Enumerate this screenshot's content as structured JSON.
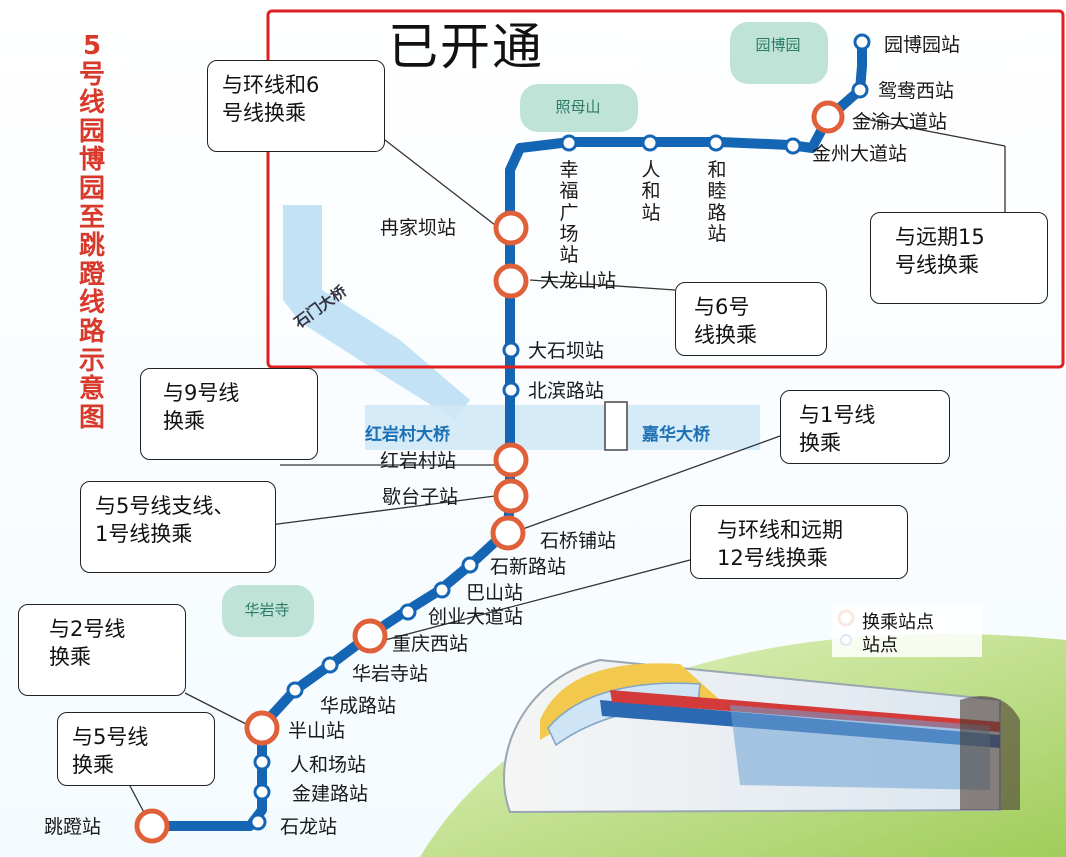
{
  "title": "5号线园博园至跳蹬线路示意图",
  "opened_label": "已开通",
  "bridges": [
    "石门大桥",
    "红岩村大桥",
    "嘉华大桥"
  ],
  "parks": [
    "园博园",
    "照母山",
    "华岩寺"
  ],
  "callouts": [
    "与环线和6\n号线换乘",
    "与远期15\n号线换乘",
    "与6号\n线换乘",
    "与9号线\n换乘",
    "与1号线\n换乘",
    "与5号线支线、\n1号线换乘",
    "与环线和远期\n12号线换乘",
    "与2号线\n换乘",
    "与5号线\n换乘"
  ],
  "stations": [
    "园博园站",
    "鸳鸯西站",
    "金渝大道站",
    "金州大道站",
    "和睦路站",
    "人和站",
    "幸福广场站",
    "冉家坝站",
    "大龙山站",
    "大石坝站",
    "北滨路站",
    "红岩村站",
    "歇台子站",
    "石桥铺站",
    "石新路站",
    "巴山站",
    "创业大道站",
    "重庆西站",
    "华岩寺站",
    "华成路站",
    "半山站",
    "人和场站",
    "金建路站",
    "石龙站",
    "跳蹬站"
  ],
  "legend": {
    "transfer": "换乘站点",
    "station": "站点"
  },
  "colors": {
    "line": "#1565b5",
    "transfer_ring": "#e0603a",
    "highlight": "#e02020",
    "river": "#b8ddf3",
    "title": "#d8392b"
  }
}
